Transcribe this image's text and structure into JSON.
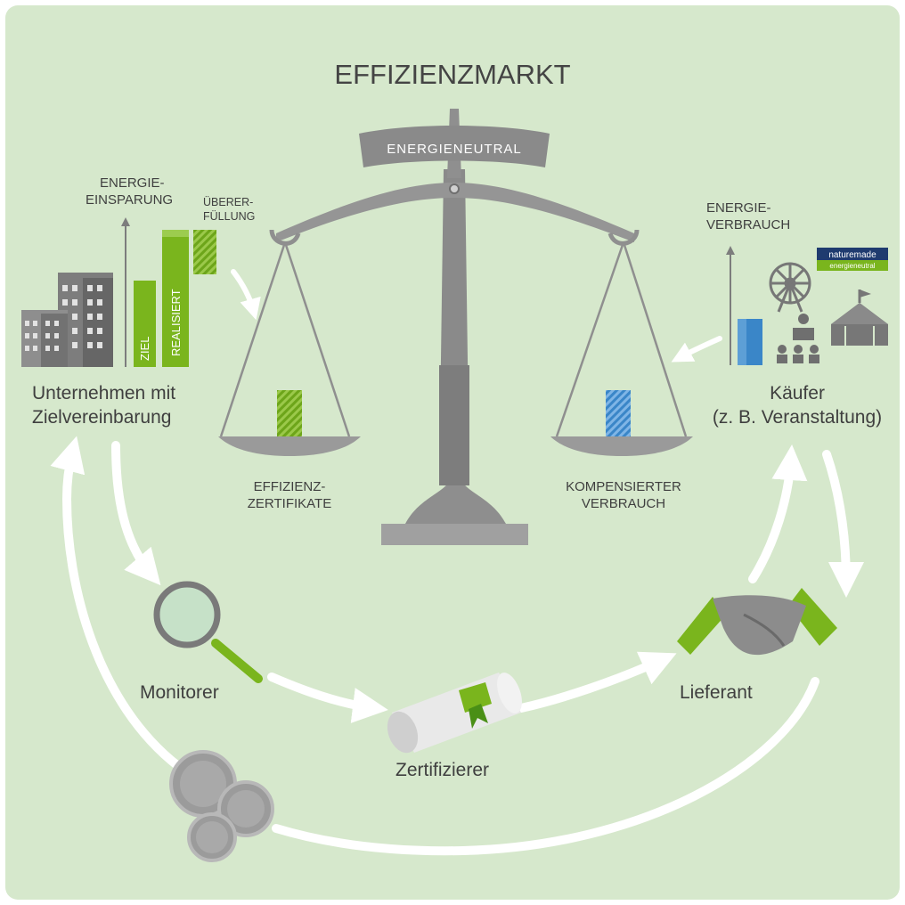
{
  "title": "EFFIZIENZMARKT",
  "beam_label": "ENERGIENEUTRAL",
  "company": {
    "axis_label_line1": "ENERGIE-",
    "axis_label_line2": "EINSPARUNG",
    "bar_target": "ZIEL",
    "bar_actual": "REALISIERT",
    "overfulfillment_line1": "ÜBERER-",
    "overfulfillment_line2": "FÜLLUNG",
    "name_line1": "Unternehmen mit",
    "name_line2": "Zielvereinbarung"
  },
  "buyer": {
    "axis_label_line1": "ENERGIE-",
    "axis_label_line2": "VERBRAUCH",
    "name_line1": "Käufer",
    "name_line2": "(z. B. Veranstaltung)",
    "badge_top": "naturemade",
    "badge_bottom": "energieneutral"
  },
  "left_pan_label_line1": "EFFIZIENZ-",
  "left_pan_label_line2": "ZERTIFIKATE",
  "right_pan_label_line1": "KOMPENSIERTER",
  "right_pan_label_line2": "VERBRAUCH",
  "monitor_label": "Monitorer",
  "certifier_label": "Zertifizierer",
  "supplier_label": "Lieferant",
  "colors": {
    "background": "#d6e8cc",
    "green": "#7ab51d",
    "blue": "#3a86c8",
    "scale_gray": "#9c9c9c",
    "text": "#3f3f3f",
    "arrow": "#ffffff"
  }
}
